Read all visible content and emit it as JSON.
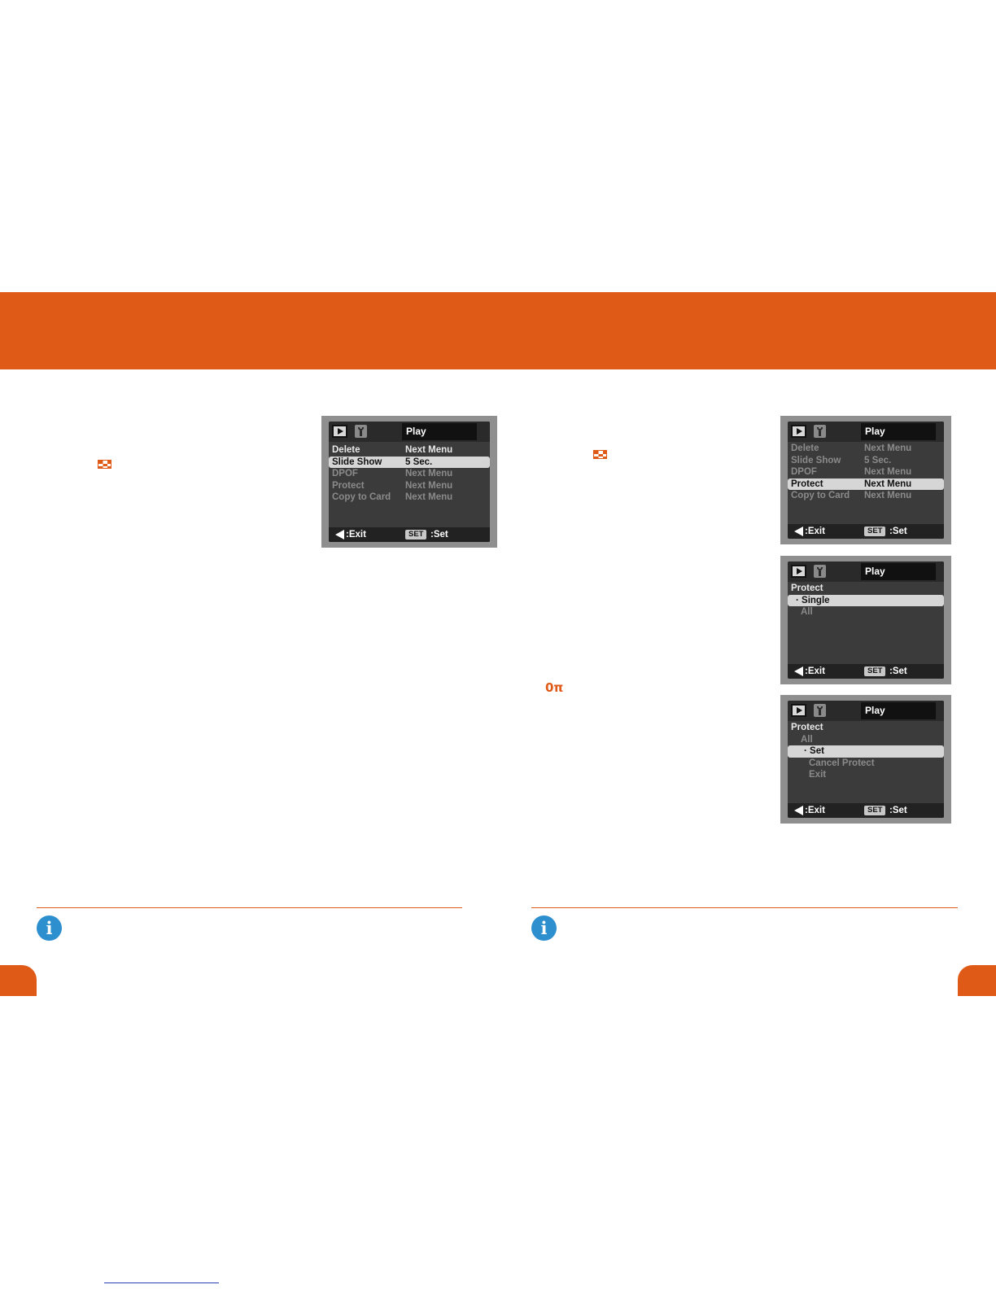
{
  "colors": {
    "accent": "#e05a17",
    "info": "#2d8fce"
  },
  "screens": [
    {
      "tab": "Play",
      "rows": [
        {
          "label": "Delete",
          "value": "Next Menu"
        },
        {
          "label": "Slide Show",
          "value": "5 Sec."
        },
        {
          "label": "DPOF",
          "value": "Next Menu"
        },
        {
          "label": "Protect",
          "value": "Next Menu"
        },
        {
          "label": "Copy to Card",
          "value": "Next Menu"
        }
      ],
      "selected": "Slide Show",
      "footer": {
        "exit": ":Exit",
        "set_badge": "SET",
        "set": ":Set"
      }
    },
    {
      "tab": "Play",
      "rows": [
        {
          "label": "Delete",
          "value": "Next Menu"
        },
        {
          "label": "Slide Show",
          "value": "5 Sec."
        },
        {
          "label": "DPOF",
          "value": "Next Menu"
        },
        {
          "label": "Protect",
          "value": "Next Menu"
        },
        {
          "label": "Copy to Card",
          "value": "Next Menu"
        }
      ],
      "selected": "Protect",
      "footer": {
        "exit": ":Exit",
        "set_badge": "SET",
        "set": ":Set"
      }
    },
    {
      "tab": "Play",
      "title": "Protect",
      "rows": [
        {
          "label": "· Single"
        },
        {
          "label": "All"
        }
      ],
      "selected": "· Single",
      "footer": {
        "exit": ":Exit",
        "set_badge": "SET",
        "set": ":Set"
      }
    },
    {
      "tab": "Play",
      "title": "Protect",
      "rows": [
        {
          "label": "All"
        },
        {
          "label": "· Set"
        },
        {
          "label": "Cancel Protect"
        },
        {
          "label": "Exit"
        }
      ],
      "selected": "· Set",
      "footer": {
        "exit": ":Exit",
        "set_badge": "SET",
        "set": ":Set"
      }
    }
  ],
  "icons": [
    "checker-icon",
    "key-icon",
    "info-icon",
    "play-icon",
    "wrench-icon",
    "back-arrow-icon"
  ],
  "key_glyph": "0π",
  "info_glyph": "i"
}
